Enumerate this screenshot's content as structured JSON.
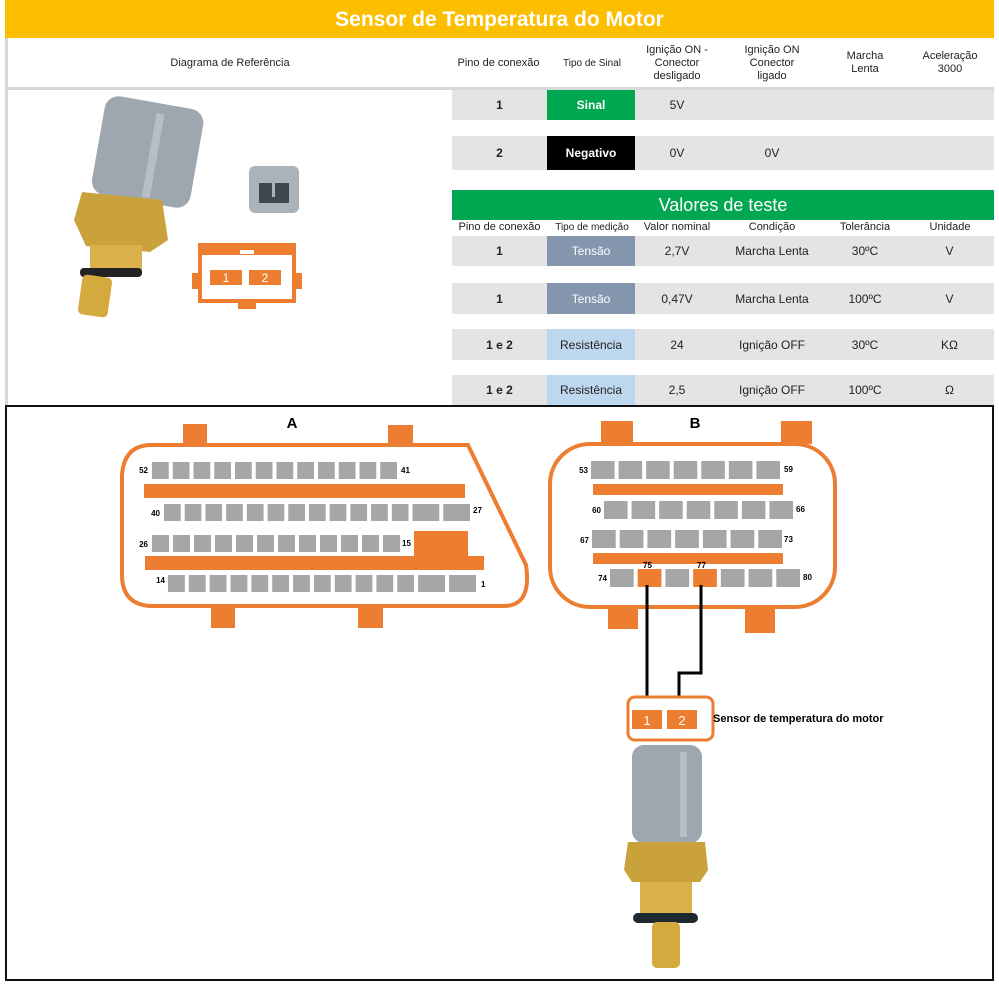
{
  "title": "Sensor de Temperatura do Motor",
  "header": {
    "diagram": "Diagrama de Referência",
    "pin": "Pino de conexão",
    "signal_type": "Tipo de Sinal",
    "ign_off": "Ignição ON - Conector desligado",
    "ign_on": "Ignição ON Conector ligado",
    "idle": "Marcha Lenta",
    "accel": "Aceleração 3000"
  },
  "signal_rows": [
    {
      "pin": "1",
      "type": "Sinal",
      "ign_off": "5V",
      "ign_on": "",
      "idle": "",
      "accel": ""
    },
    {
      "pin": "2",
      "type": "Negativo",
      "ign_off": "0V",
      "ign_on": "0V",
      "idle": "",
      "accel": ""
    }
  ],
  "test": {
    "title": "Valores de teste",
    "headers": {
      "pin": "Pino de conexão",
      "type": "Tipo de medição",
      "nominal": "Valor nominal",
      "condition": "Condição",
      "tolerance": "Tolerância",
      "unit": "Unidade"
    },
    "rows": [
      {
        "pin": "1",
        "type": "Tensão",
        "nominal": "2,7V",
        "condition": "Marcha Lenta",
        "tolerance": "30ºC",
        "unit": "V"
      },
      {
        "pin": "1",
        "type": "Tensão",
        "nominal": "0,47V",
        "condition": "Marcha Lenta",
        "tolerance": "100ºC",
        "unit": "V"
      },
      {
        "pin": "1 e 2",
        "type": "Resistência",
        "nominal": "24",
        "condition": "Ignição OFF",
        "tolerance": "30ºC",
        "unit": "KΩ"
      },
      {
        "pin": "1 e 2",
        "type": "Resistência",
        "nominal": "2,5",
        "condition": "Ignição OFF",
        "tolerance": "100ºC",
        "unit": "Ω"
      }
    ]
  },
  "ref_connector": {
    "pin1": "1",
    "pin2": "2"
  },
  "connector_a": {
    "label": "A",
    "pins": {
      "r1s": "52",
      "r1e": "41",
      "r2s": "40",
      "r2e": "27",
      "r3s": "26",
      "r3e": "15",
      "r4s": "14",
      "r4e": "1"
    }
  },
  "connector_b": {
    "label": "B",
    "pins": {
      "r1s": "53",
      "r1e": "59",
      "r2s": "60",
      "r2e": "66",
      "r3s": "67",
      "r3e": "73",
      "r4s": "74",
      "r4e": "80",
      "p75": "75",
      "p77": "77"
    }
  },
  "sensor": {
    "label": "Sensor de temperatura do motor",
    "pin1": "1",
    "pin2": "2"
  },
  "colors": {
    "yellow": "#fbbf00",
    "green": "#00a650",
    "orange": "#ed7d31",
    "pin_gray": "#a6a6a6"
  }
}
